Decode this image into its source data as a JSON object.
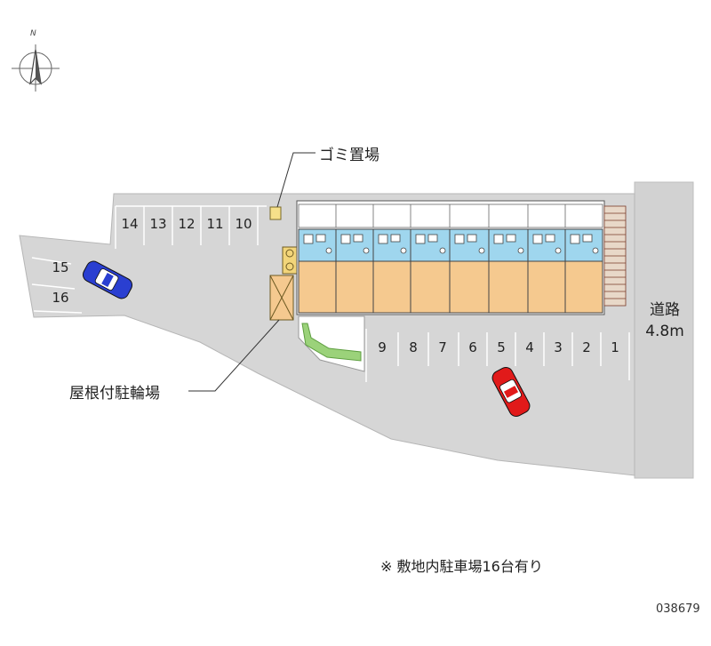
{
  "compass": {
    "north_label": "N",
    "icon": "north-arrow-icon"
  },
  "labels": {
    "garbage": "ゴミ置場",
    "bike_parking": "屋根付駐輪場",
    "road_name": "道路",
    "road_width": "4.8m"
  },
  "parking_slots": {
    "top_row": [
      "14",
      "13",
      "12",
      "11",
      "10"
    ],
    "left": [
      "15",
      "16"
    ],
    "bottom_row": [
      "9",
      "8",
      "7",
      "6",
      "5",
      "4",
      "3",
      "2",
      "1"
    ]
  },
  "note": "※ 敷地内駐車場16台有り",
  "property_id": "038679",
  "colors": {
    "site": "#d6d6d6",
    "road": "#d2d2d2",
    "unit_fill": "#f5c98f",
    "wet_area": "#9fd6ee",
    "lawn": "#9bd27a",
    "car_blue": "#2a3fd1",
    "car_red": "#e11a1a",
    "lines": "#ffffff"
  }
}
